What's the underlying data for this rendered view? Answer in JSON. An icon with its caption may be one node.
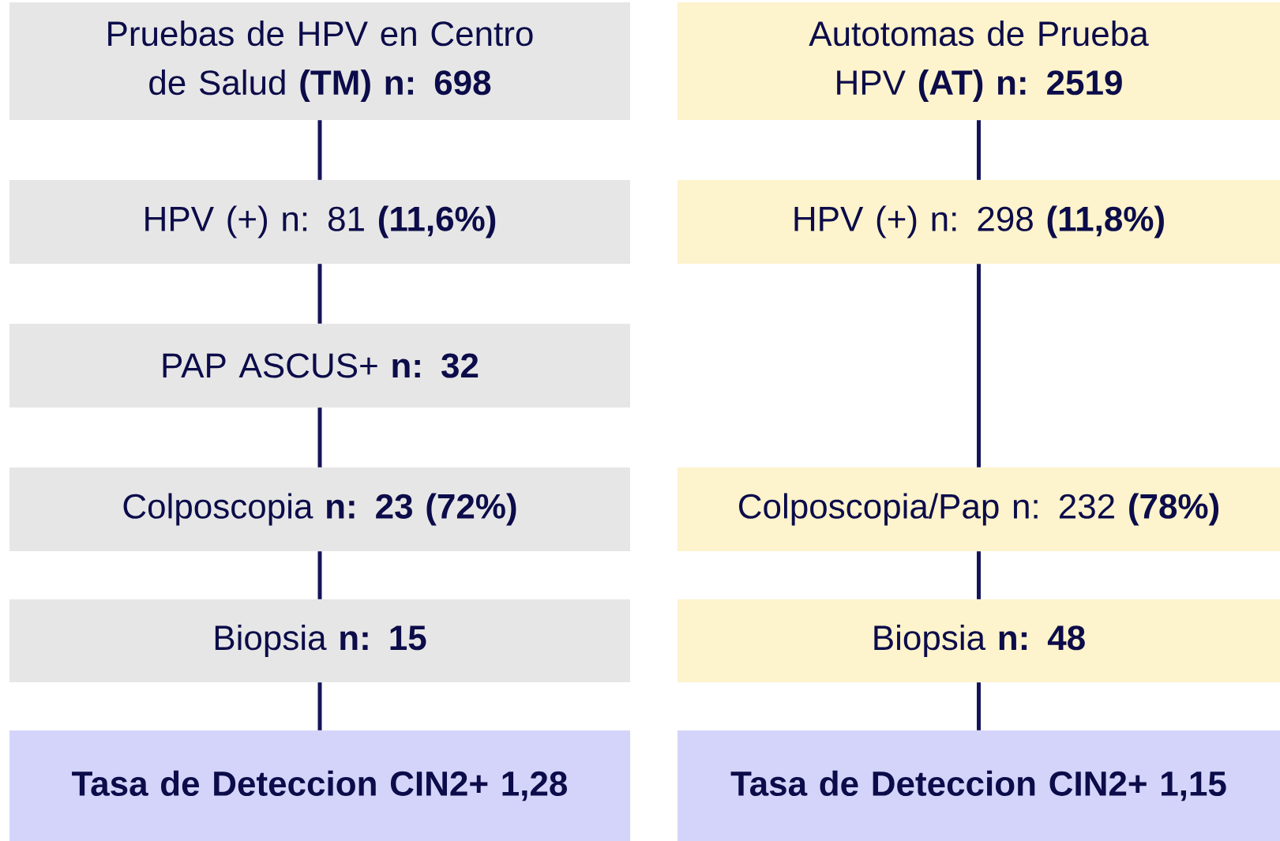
{
  "diagram": {
    "nodes": [
      {
        "text": [
          "Pruebas de HPV en Centro de Salud **(TM) n: 698**"
        ]
      },
      {
        "text": [
          "HPV (+) n: 81 **(11,6%)**"
        ]
      },
      {
        "text": [
          "PAP ASCUS+ **n: 32**"
        ]
      },
      {
        "text": [
          "Colposcopia **n: 23 (72%)**"
        ]
      },
      {
        "text": [
          "Biopsia **n: 15**"
        ]
      },
      {
        "text": [
          "Tasa de Deteccion CIN2+ 1,28"
        ]
      },
      {
        "text": [
          "Autotomas de Prueba HPV **(AT) n: 2519**"
        ]
      },
      {
        "text": [
          "HPV (+) n: 298 **(11,8%)**"
        ]
      },
      {
        "text": [
          "Colposcopia/Pap n: 232 **(78%)**"
        ]
      },
      {
        "text": [
          "Biopsia **n: 48**"
        ]
      },
      {
        "text": [
          "Tasa de Deteccion CIN2+ 1,15"
        ]
      }
    ],
    "edges": [
      {
        "from": 0,
        "to": 1,
        "arrow": "none"
      },
      {
        "from": 1,
        "to": 2,
        "arrow": "none"
      },
      {
        "from": 2,
        "to": 3,
        "arrow": "none"
      },
      {
        "from": 3,
        "to": 4,
        "arrow": "none"
      },
      {
        "from": 4,
        "to": 5,
        "arrow": "none"
      },
      {
        "from": 6,
        "to": 7,
        "arrow": "none"
      },
      {
        "from": 7,
        "to": 8,
        "arrow": "none"
      },
      {
        "from": 8,
        "to": 9,
        "arrow": "none"
      },
      {
        "from": 9,
        "to": 10,
        "arrow": "none"
      }
    ]
  }
}
